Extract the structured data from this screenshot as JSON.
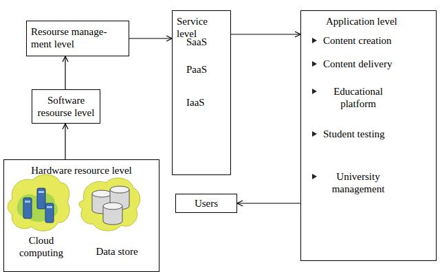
{
  "diagram": {
    "nodes": [
      {
        "text": [
          "Resourse manage- ment level"
        ]
      },
      {
        "text": [
          "Service level",
          "SaaS",
          "PaaS",
          "IaaS"
        ]
      },
      {
        "text": [
          "Application level",
          "Content creation",
          "Content delivery",
          "Educational platform",
          "Student testing",
          "University management"
        ]
      },
      {
        "text": [
          "Software resourse level"
        ]
      },
      {
        "text": [
          "Users"
        ]
      },
      {
        "text": [
          "Hardware resource level",
          "Cloud computing",
          "Data store"
        ]
      }
    ],
    "edges": [
      {
        "from": 5,
        "to": 3,
        "arrow": "to"
      },
      {
        "from": 3,
        "to": 0,
        "arrow": "to"
      },
      {
        "from": 0,
        "to": 1,
        "arrow": "to"
      },
      {
        "from": 1,
        "to": 2,
        "arrow": "to"
      },
      {
        "from": 2,
        "to": 4,
        "arrow": "to"
      }
    ]
  }
}
